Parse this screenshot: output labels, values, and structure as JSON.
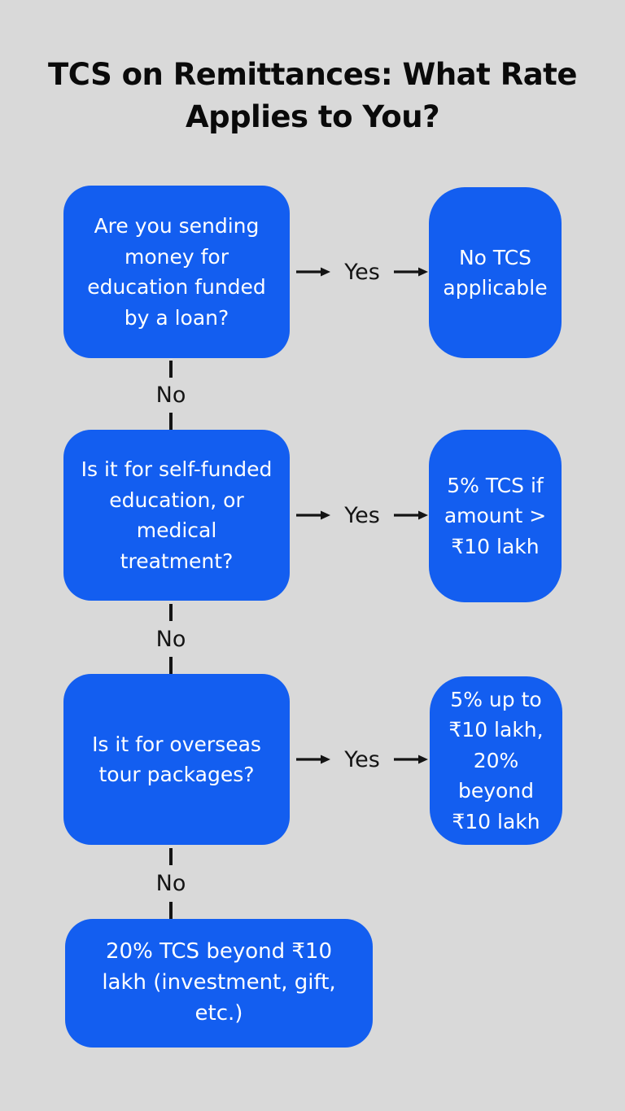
{
  "title": "TCS on Remittances: What Rate\nApplies to You?",
  "colors": {
    "background": "#d9d9d9",
    "node_fill": "#135ef0",
    "node_text": "#ffffff",
    "connector": "#141414",
    "title_text": "#0a0a0a"
  },
  "flow": {
    "yes_label": "Yes",
    "no_label": "No",
    "steps": [
      {
        "question": "Are you sending\nmoney for\neducation funded\nby a loan?",
        "yes_result": "No TCS\napplicable"
      },
      {
        "question": "Is it for self-funded\neducation, or\nmedical\ntreatment?",
        "yes_result": "5% TCS if\namount >\n₹10 lakh"
      },
      {
        "question": "Is it for overseas\ntour packages?",
        "yes_result": "5% up to\n₹10 lakh,\n20%\nbeyond\n₹10 lakh"
      }
    ],
    "final_result": "20% TCS beyond ₹10\nlakh (investment, gift,\netc.)"
  }
}
